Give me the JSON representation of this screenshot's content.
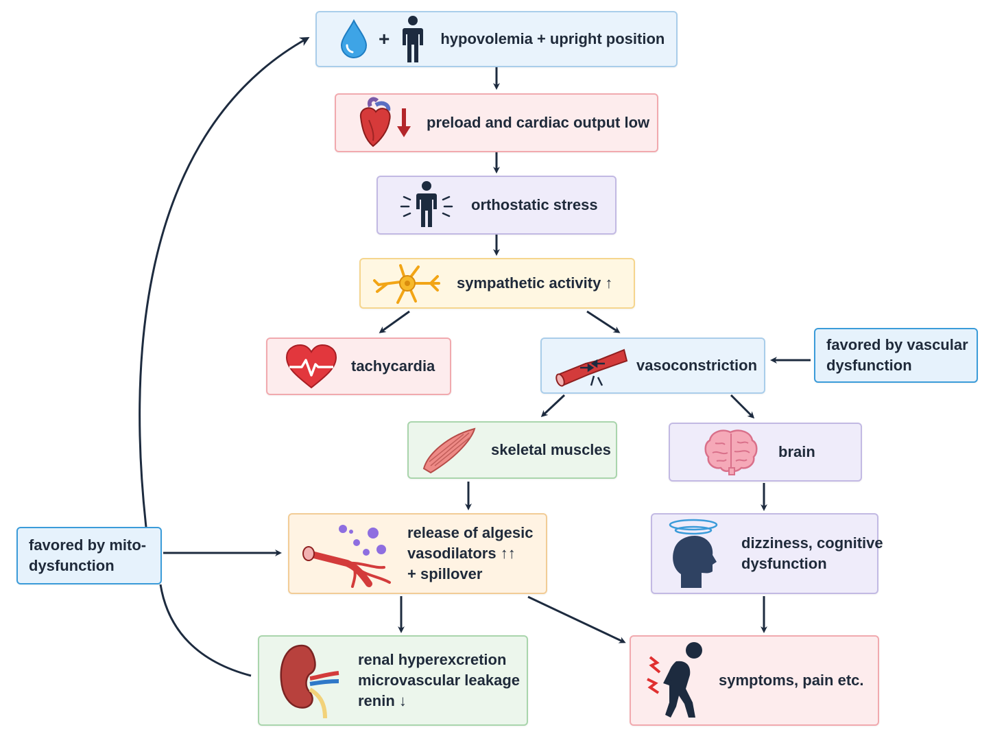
{
  "nodes": {
    "hypovolemia": "hypovolemia + upright position",
    "hypovolemia_plus": "+",
    "preload": "preload and cardiac output low",
    "orthostatic": "orthostatic stress",
    "sympathetic": "sympathetic activity ↑",
    "tachycardia": "tachycardia",
    "vasoconstriction": "vasoconstriction",
    "skeletal": "skeletal muscles",
    "brain": "brain",
    "release_line1": "release of algesic",
    "release_line2": "vasodilators ↑↑",
    "release_line3": "+ spillover",
    "dizziness_line1": "dizziness, cognitive",
    "dizziness_line2": "dysfunction",
    "renal_line1": "renal hyperexcretion",
    "renal_line2": "microvascular leakage",
    "renal_line3": "renin ↓",
    "symptoms": "symptoms, pain etc."
  },
  "side_notes": {
    "vascular_line1": "favored by vascular",
    "vascular_line2": "dysfunction",
    "mito_line1": "favored by mito-",
    "mito_line2": "dysfunction"
  },
  "icons": {
    "hypovolemia": [
      "water-drop-icon",
      "person-standing-icon"
    ],
    "preload": [
      "heart-icon",
      "down-arrow-icon"
    ],
    "orthostatic": "person-stress-icon",
    "sympathetic": "neuron-icon",
    "tachycardia": "heartbeat-icon",
    "vasoconstriction": "constricted-vessel-icon",
    "skeletal": "muscle-icon",
    "brain": "brain-icon",
    "release": "vessel-molecules-icon",
    "dizziness": "dizzy-head-icon",
    "renal": "kidney-icon",
    "symptoms": "pain-person-icon"
  },
  "colors": {
    "arrow": "#1d2b3f",
    "blue_fill": "#e9f3fc",
    "red_fill": "#fdeced",
    "purple_fill": "#efecfa",
    "yellow_fill": "#fff7e2",
    "green_fill": "#ecf6ec",
    "orange_fill": "#fff3e3",
    "side_border": "#3a9bd9"
  }
}
